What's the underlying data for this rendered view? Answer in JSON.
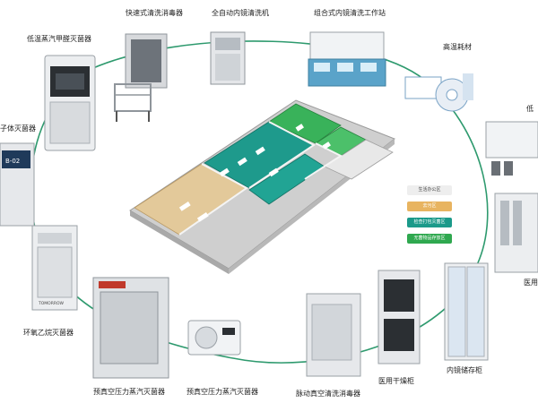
{
  "labels": {
    "low_temp_formaldehyde": "低温蒸汽甲醛灭菌器",
    "fast_cleaner": "快速式清洗消毒器",
    "auto_endoscope_washer": "全自动内镜清洗机",
    "combo_workstation": "组合式内镜清洗工作站",
    "high_temp_consumables": "高温耗材",
    "low_right_cut": "低",
    "plasma_cut": "子体灭菌器",
    "ethylene_oxide": "环氧乙烷灭菌器",
    "prevacuum_large": "预真空压力蒸汽灭菌器",
    "prevacuum_small": "预真空压力蒸汽灭菌器",
    "pulse_vacuum": "脉动真空清洗消毒器",
    "medical_dryer": "医用干燥柜",
    "endoscope_cabinet": "内镜储存柜",
    "medical_right_cut": "医用"
  },
  "legend": [
    {
      "text": "生活办公区",
      "bg": "#eeeeee",
      "fg": "#444444"
    },
    {
      "text": "去污区",
      "bg": "#e8b460",
      "fg": "#ffffff"
    },
    {
      "text": "检查打包灭菌区",
      "bg": "#1b9a8a",
      "fg": "#ffffff"
    },
    {
      "text": "无菌物品存放区",
      "bg": "#2fa84f",
      "fg": "#ffffff"
    }
  ],
  "device_texts": {
    "plasma_screen": "B-02",
    "eo_brand": "TOMORROW"
  },
  "colors": {
    "connector": "#2e9a6e",
    "floor_wall": "#d9d9d9",
    "decon_zone": "#e3c99a",
    "pack_zone": "#1e9a8c",
    "sterile_zone": "#39b25a"
  }
}
